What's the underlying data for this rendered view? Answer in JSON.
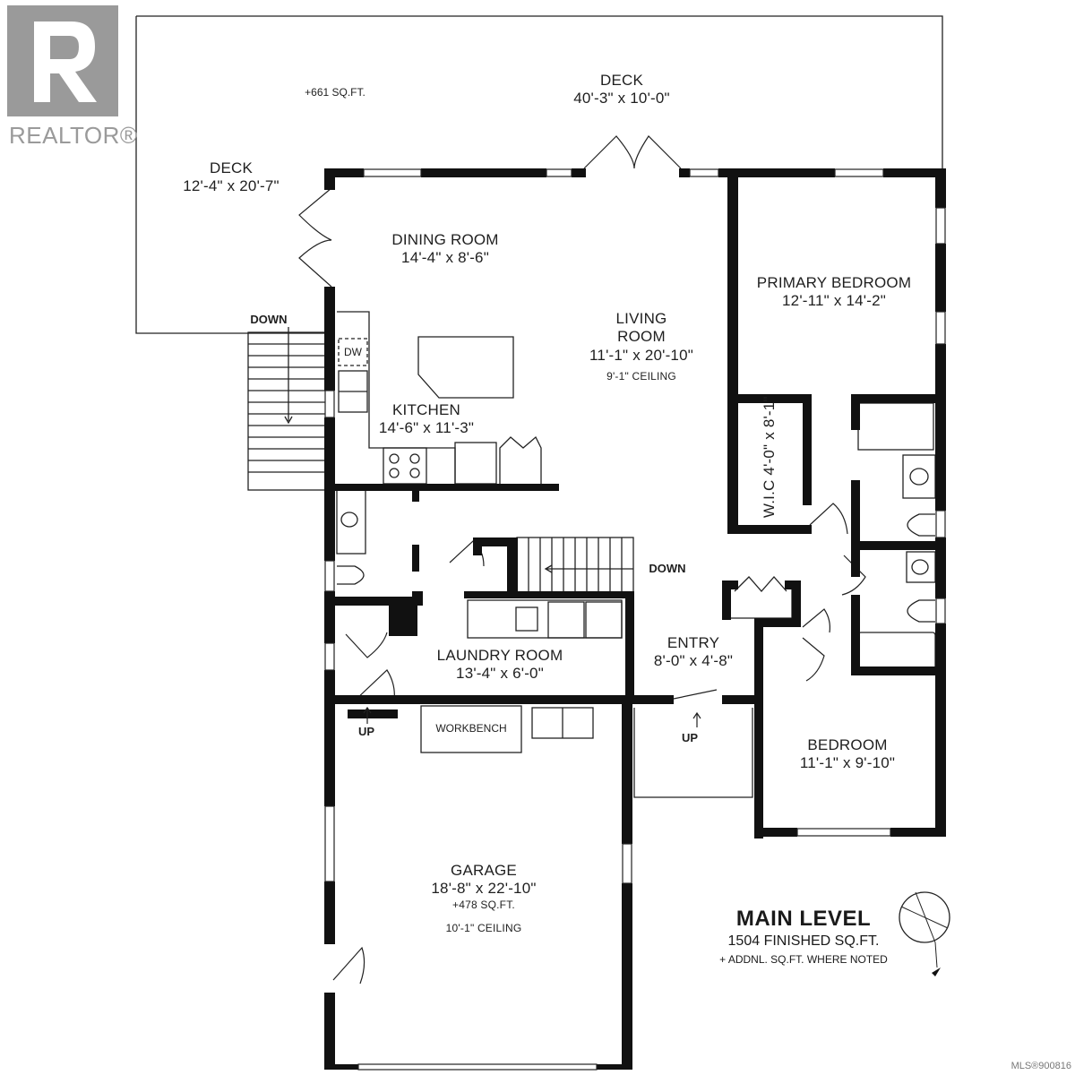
{
  "logo": {
    "text": "REALTOR®"
  },
  "rooms": {
    "deck_top": {
      "name": "DECK",
      "dims": "40'-3\" x 10'-0\""
    },
    "deck_sqft": "+661 SQ.FT.",
    "deck_left": {
      "name": "DECK",
      "dims": "12'-4\" x 20'-7\""
    },
    "dining": {
      "name": "DINING ROOM",
      "dims": "14'-4\" x 8'-6\""
    },
    "living": {
      "name1": "LIVING",
      "name2": "ROOM",
      "dims": "11'-1\" x 20'-10\"",
      "ceiling": "9'-1\" CEILING"
    },
    "kitchen": {
      "name": "KITCHEN",
      "dims": "14'-6\" x 11'-3\""
    },
    "primary": {
      "name": "PRIMARY BEDROOM",
      "dims": "12'-11\" x 14'-2\""
    },
    "wic": {
      "name": "W.I.C",
      "dims": "4'-0\" x 8'-1\""
    },
    "laundry": {
      "name": "LAUNDRY ROOM",
      "dims": "13'-4\" x 6'-0\""
    },
    "entry": {
      "name": "ENTRY",
      "dims": "8'-0\" x 4'-8\""
    },
    "bedroom": {
      "name": "BEDROOM",
      "dims": "11'-1\" x 9'-10\""
    },
    "garage": {
      "name": "GARAGE",
      "dims": "18'-8\" x 22'-10\"",
      "sqft": "+478 SQ.FT.",
      "ceiling": "10'-1\" CEILING"
    }
  },
  "fixtures": {
    "dw": "DW",
    "workbench": "WORKBENCH"
  },
  "stairs": {
    "down_left": "DOWN",
    "down_center": "DOWN",
    "up_left": "UP",
    "up_right": "UP"
  },
  "title": {
    "level": "MAIN LEVEL",
    "finished": "1504 FINISHED SQ.FT.",
    "note": "+ ADDNL. SQ.FT. WHERE NOTED"
  },
  "mls": "MLS®900816",
  "colors": {
    "wall": "#111111",
    "logo": "#9a9a9a",
    "outline": "#222222"
  }
}
